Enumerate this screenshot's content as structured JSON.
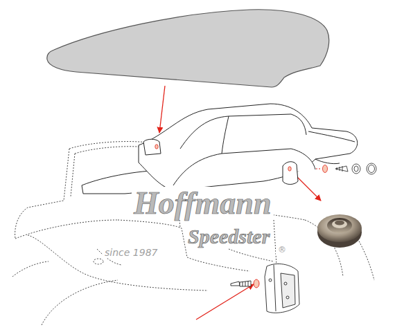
{
  "diagram": {
    "labels": [
      "Hoffmann",
      "Speedster",
      "since 1987",
      "®"
    ]
  }
}
